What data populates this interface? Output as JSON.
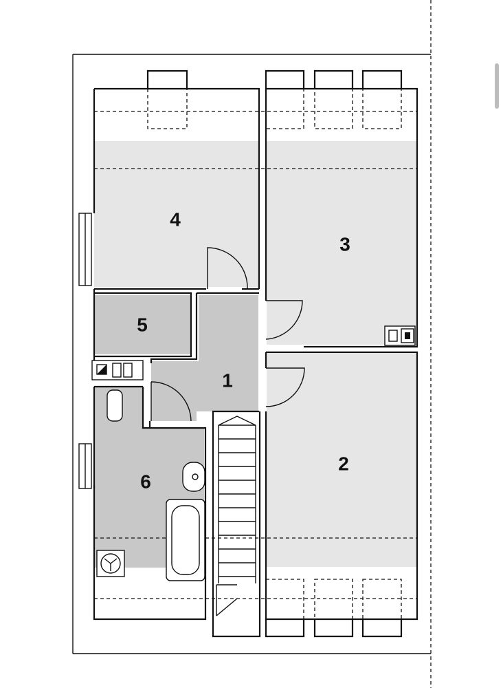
{
  "plan": {
    "rooms": [
      {
        "id": "1",
        "label": "1"
      },
      {
        "id": "2",
        "label": "2"
      },
      {
        "id": "3",
        "label": "3"
      },
      {
        "id": "4",
        "label": "4"
      },
      {
        "id": "5",
        "label": "5"
      },
      {
        "id": "6",
        "label": "6"
      }
    ]
  },
  "colors": {
    "light_floor": "#e6e6e6",
    "dark_floor": "#c8c8c8",
    "wall": "#111111",
    "background": "#ffffff"
  },
  "scrollbar": {
    "icon": "scrollbar-thumb"
  }
}
